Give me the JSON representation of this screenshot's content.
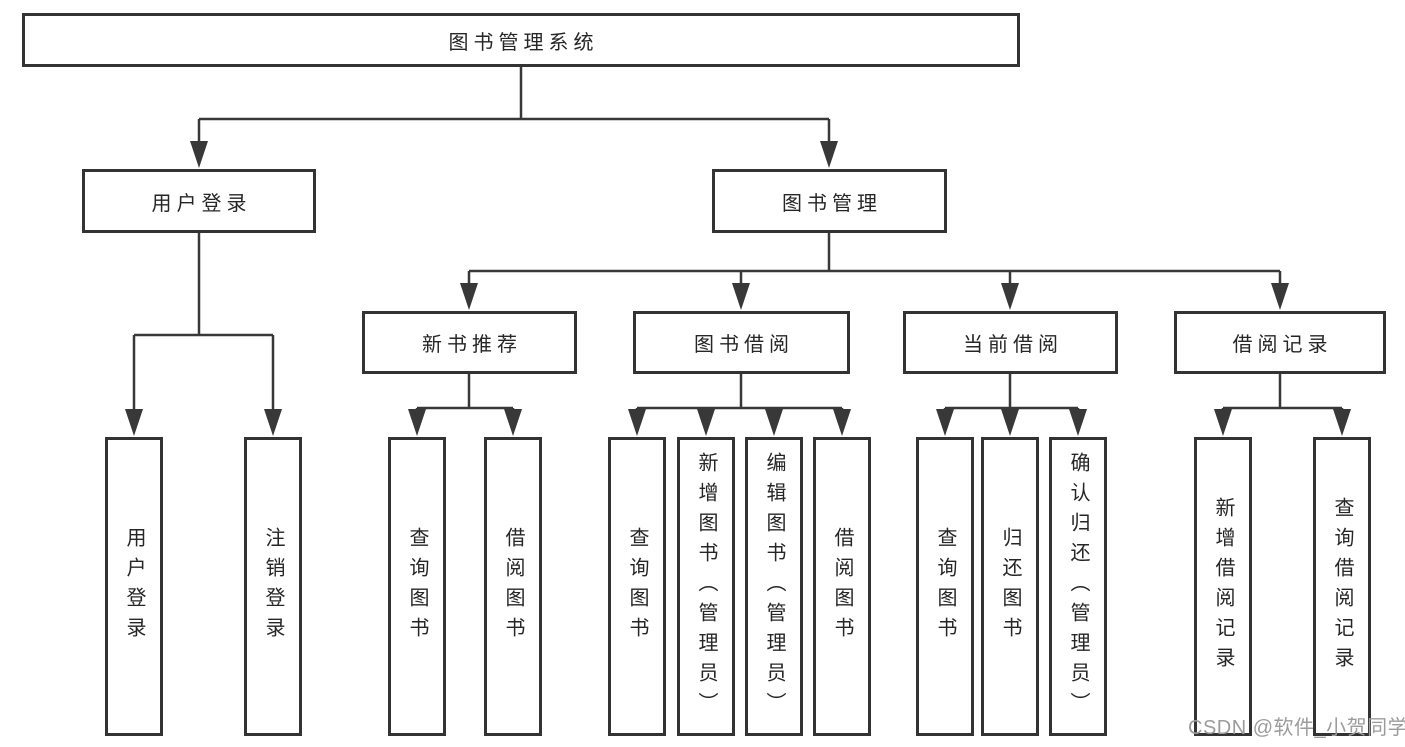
{
  "diagram": {
    "root": {
      "label": "图书管理系统"
    },
    "branches": [
      {
        "label": "用户登录",
        "children": [
          {
            "label": "用户登录"
          },
          {
            "label": "注销登录"
          }
        ]
      },
      {
        "label": "图书管理",
        "children": [
          {
            "label": "新书推荐",
            "children": [
              {
                "label": "查询图书"
              },
              {
                "label": "借阅图书"
              }
            ]
          },
          {
            "label": "图书借阅",
            "children": [
              {
                "label": "查询图书"
              },
              {
                "label": "新增图书（管理员）"
              },
              {
                "label": "编辑图书（管理员）"
              },
              {
                "label": "借阅图书"
              }
            ]
          },
          {
            "label": "当前借阅",
            "children": [
              {
                "label": "查询图书"
              },
              {
                "label": "归还图书"
              },
              {
                "label": "确认归还（管理员）"
              }
            ]
          },
          {
            "label": "借阅记录",
            "children": [
              {
                "label": "新增借阅记录"
              },
              {
                "label": "查询借阅记录"
              }
            ]
          }
        ]
      }
    ],
    "colors": {
      "line": "#383838",
      "border": "#333333",
      "text": "#262626",
      "watermark": "#9c9c9c"
    },
    "watermark": "CSDN @软件_小贺同学"
  }
}
